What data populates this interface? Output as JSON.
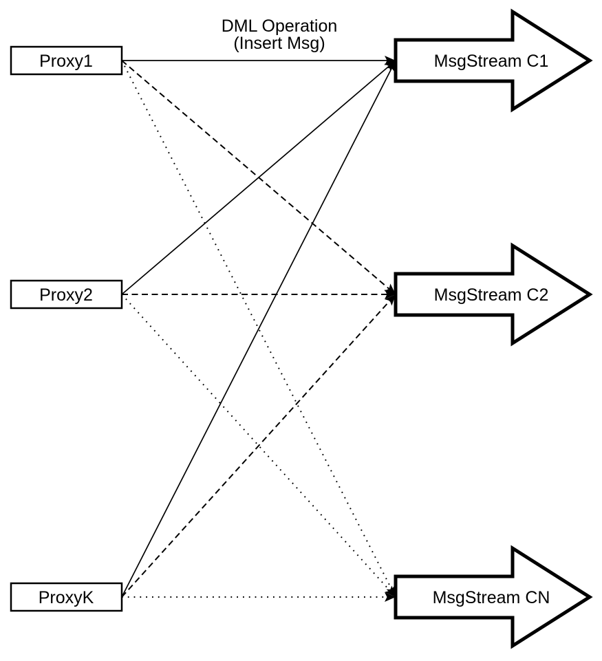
{
  "diagram": {
    "edge_label": {
      "line1": "DML Operation",
      "line2": "(Insert Msg)"
    },
    "proxies": [
      {
        "id": "proxy1",
        "label": "Proxy1"
      },
      {
        "id": "proxy2",
        "label": "Proxy2"
      },
      {
        "id": "proxyK",
        "label": "ProxyK"
      }
    ],
    "streams": [
      {
        "id": "stream1",
        "label": "MsgStream C1"
      },
      {
        "id": "stream2",
        "label": "MsgStream C2"
      },
      {
        "id": "streamN",
        "label": "MsgStream CN"
      }
    ],
    "edges": [
      {
        "from": "proxy1",
        "to": "stream1",
        "style": "solid"
      },
      {
        "from": "proxy2",
        "to": "stream1",
        "style": "solid"
      },
      {
        "from": "proxyK",
        "to": "stream1",
        "style": "solid"
      },
      {
        "from": "proxy1",
        "to": "stream2",
        "style": "dashed"
      },
      {
        "from": "proxy2",
        "to": "stream2",
        "style": "dashed"
      },
      {
        "from": "proxyK",
        "to": "stream2",
        "style": "dashed"
      },
      {
        "from": "proxy1",
        "to": "streamN",
        "style": "dotted"
      },
      {
        "from": "proxy2",
        "to": "streamN",
        "style": "dotted"
      },
      {
        "from": "proxyK",
        "to": "streamN",
        "style": "dotted"
      }
    ],
    "colors": {
      "stroke": "#000000",
      "fill": "#ffffff"
    }
  }
}
